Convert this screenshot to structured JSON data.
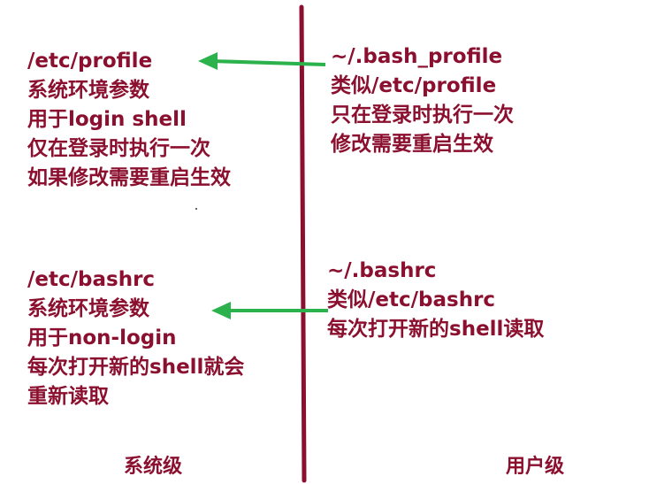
{
  "colors": {
    "text": "#8b0f2e",
    "divider": "#8b0f2e",
    "arrow": "#2bb24c"
  },
  "system_profile": {
    "title": "/etc/profile",
    "lines": [
      "系统环境参数",
      "用于login shell",
      "仅在登录时执行一次",
      "如果修改需要重启生效"
    ]
  },
  "user_profile": {
    "title": "~/.bash_profile",
    "lines": [
      "类似/etc/profile",
      "只在登录时执行一次",
      "修改需要重启生效"
    ]
  },
  "system_bashrc": {
    "title": "/etc/bashrc",
    "lines": [
      "系统环境参数",
      "用于non-login",
      "每次打开新的shell就会",
      "重新读取"
    ]
  },
  "user_bashrc": {
    "title": "~/.bashrc",
    "lines": [
      "类似/etc/bashrc",
      "每次打开新的shell读取"
    ]
  },
  "footer": {
    "left": "系统级",
    "right": "用户级"
  }
}
